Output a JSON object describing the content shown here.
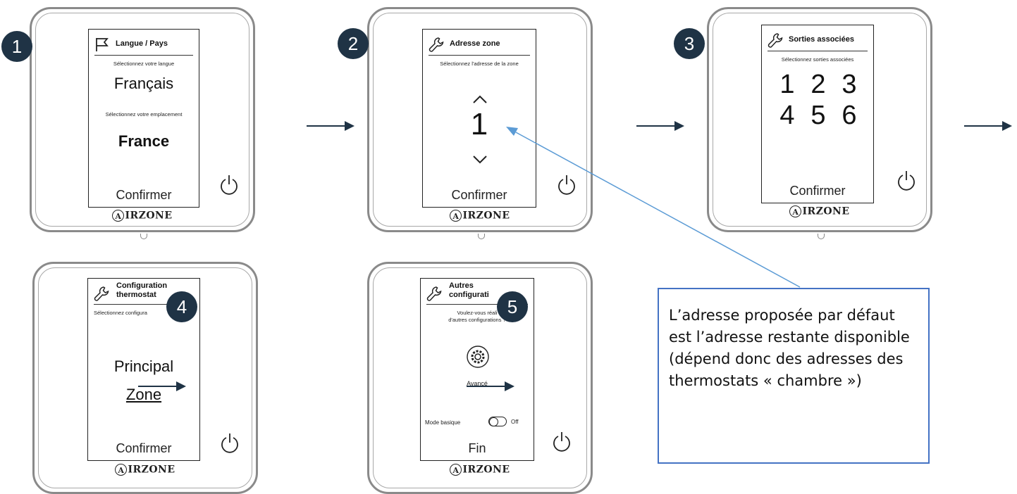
{
  "brand": "IRZONE",
  "brand_initial": "A",
  "steps": [
    {
      "badge": "1",
      "title": "Langue / Pays",
      "subtitle_1": "Sélectionnez votre langue",
      "value_1": "Français",
      "subtitle_2": "Sélectionnez votre emplacement",
      "value_2": "France",
      "confirm": "Confirmer",
      "icon": "flag-icon"
    },
    {
      "badge": "2",
      "title": "Adresse zone",
      "subtitle": "Sélectionnez l'adresse de la zone",
      "value": "1",
      "confirm": "Confirmer",
      "icon": "wrench-icon"
    },
    {
      "badge": "3",
      "title": "Sorties associées",
      "subtitle": "Sélectionnez sorties associées",
      "outputs": [
        "1",
        "2",
        "3",
        "4",
        "5",
        "6"
      ],
      "confirm": "Confirmer",
      "icon": "wrench-icon"
    },
    {
      "badge": "4",
      "title_1": "Configuration",
      "title_2": "thermostat",
      "subtitle": "Sélectionnez configura",
      "option_1": "Principal",
      "option_2": "Zone",
      "confirm": "Confirmer",
      "icon": "wrench-icon"
    },
    {
      "badge": "5",
      "title_1": "Autres",
      "title_2": "configurati",
      "question_1": "Voulez-vous réali",
      "question_2": "d'autres configurations ?",
      "advanced": "Avancé",
      "mode_label": "Mode basique",
      "toggle_state": "Off",
      "finish": "Fin",
      "icon": "wrench-icon"
    }
  ],
  "note": "L’adresse proposée par défaut est l’adresse restante disponible (dépend donc des adresses des thermostats « chambre »)",
  "colors": {
    "badge": "#1f3345",
    "flow_arrow": "#1f3345",
    "callout": "#5b9bd5",
    "note_border": "#4472c4"
  }
}
